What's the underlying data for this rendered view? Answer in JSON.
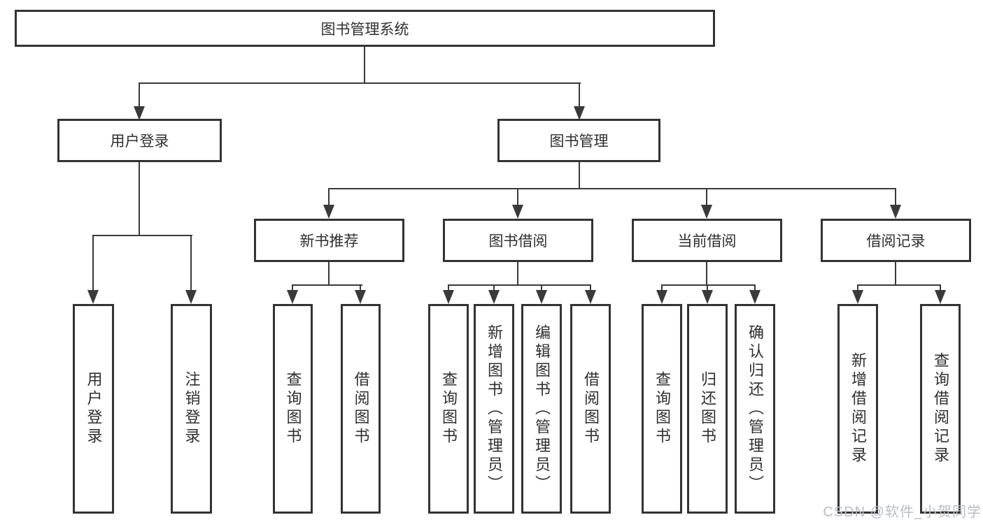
{
  "tree": {
    "root": {
      "label": "图书管理系统"
    },
    "level2": [
      {
        "label": "用户登录",
        "children": [
          {
            "label": "用户登录"
          },
          {
            "label": "注销登录"
          }
        ]
      },
      {
        "label": "图书管理",
        "groups": [
          {
            "label": "新书推荐",
            "children": [
              {
                "label": "查询图书"
              },
              {
                "label": "借阅图书"
              }
            ]
          },
          {
            "label": "图书借阅",
            "children": [
              {
                "label": "查询图书"
              },
              {
                "label": "新增图书（管理员）"
              },
              {
                "label": "编辑图书（管理员）"
              },
              {
                "label": "借阅图书"
              }
            ]
          },
          {
            "label": "当前借阅",
            "children": [
              {
                "label": "查询图书"
              },
              {
                "label": "归还图书"
              },
              {
                "label": "确认归还（管理员）"
              }
            ]
          },
          {
            "label": "借阅记录",
            "children": [
              {
                "label": "新增借阅记录"
              },
              {
                "label": "查询借阅记录"
              }
            ]
          }
        ]
      }
    ]
  },
  "watermark": {
    "text": "CSDN @软件_小贺同学"
  },
  "colors": {
    "background": "#ffffff",
    "box_fill": "#ffffff",
    "box_border": "#333333",
    "line": "#3a3a3a",
    "text": "#2f2f2f",
    "watermark": "#b9bdc3"
  }
}
